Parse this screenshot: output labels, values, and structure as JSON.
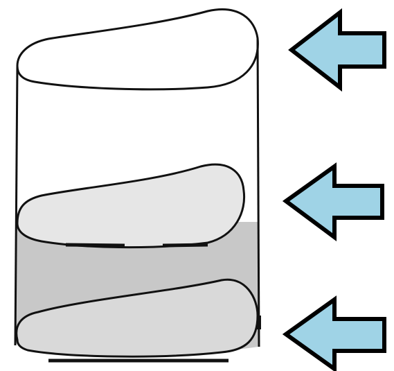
{
  "diagram": {
    "subject": "cylinder-with-three-layers",
    "colors": {
      "outline": "#111111",
      "background": "#ffffff",
      "top_layer_fill": "#ffffff",
      "middle_layer_fill": "#e6e6e6",
      "lower_body_fill": "#c8c8c8",
      "bottom_layer_fill": "#d9d9d9",
      "arrow_fill": "#9fd3e6",
      "arrow_stroke": "#000000"
    },
    "layers": [
      {
        "id": "top",
        "arrow_icon": "arrow-left-icon"
      },
      {
        "id": "middle",
        "arrow_icon": "arrow-left-icon"
      },
      {
        "id": "bottom",
        "arrow_icon": "arrow-left-icon"
      }
    ]
  }
}
